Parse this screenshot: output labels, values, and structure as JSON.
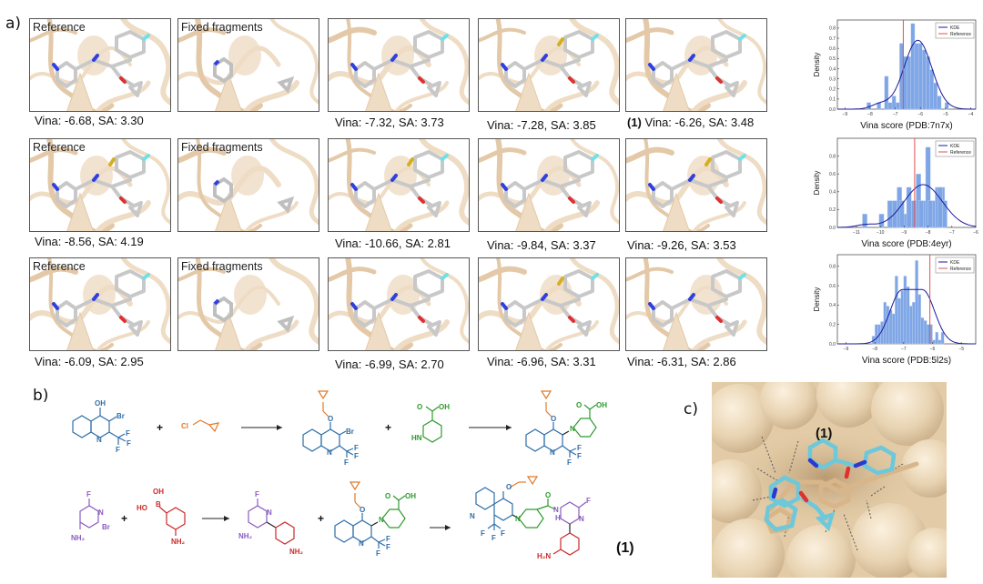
{
  "panels": {
    "a": "a)",
    "b": "b)",
    "c": "c)"
  },
  "panel_a": {
    "rows": [
      {
        "pdb": "7n7x",
        "cells": [
          {
            "tag": "Reference",
            "caption": "Vina: -6.68, SA: 3.30"
          },
          {
            "tag": "Fixed fragments",
            "caption": ""
          },
          {
            "tag": "",
            "caption": "Vina: -7.32, SA: 3.73"
          },
          {
            "tag": "",
            "caption": "Vina: -7.28, SA: 3.85"
          },
          {
            "tag": "",
            "caption_prefix": "(1)",
            "caption": "Vina: -6.26, SA: 3.48"
          }
        ]
      },
      {
        "pdb": "4eyr",
        "cells": [
          {
            "tag": "Reference",
            "caption": "Vina: -8.56, SA: 4.19"
          },
          {
            "tag": "Fixed fragments",
            "caption": ""
          },
          {
            "tag": "",
            "caption": "Vina: -10.66, SA: 2.81"
          },
          {
            "tag": "",
            "caption": "Vina: -9.84, SA: 3.37"
          },
          {
            "tag": "",
            "caption": "Vina: -9.26, SA: 3.53"
          }
        ]
      },
      {
        "pdb": "5l2s",
        "cells": [
          {
            "tag": "Reference",
            "caption": "Vina: -6.09, SA: 2.95"
          },
          {
            "tag": "Fixed fragments",
            "caption": ""
          },
          {
            "tag": "",
            "caption": "Vina: -6.99, SA: 2.70"
          },
          {
            "tag": "",
            "caption": "Vina: -6.96, SA: 3.31"
          },
          {
            "tag": "",
            "caption": "Vina: -6.31, SA: 2.86"
          }
        ]
      }
    ]
  },
  "chart_data": [
    {
      "type": "bar",
      "title": "",
      "xlabel": "Vina score (PDB:7n7x)",
      "ylabel": "Density",
      "xlim": [
        -9.3,
        -3.8
      ],
      "ylim": [
        0,
        0.88
      ],
      "xticks": [
        -9,
        -8,
        -7,
        -6,
        -5,
        -4
      ],
      "yticks": [
        0.0,
        0.1,
        0.2,
        0.3,
        0.4,
        0.5,
        0.6,
        0.7,
        0.8
      ],
      "legend": [
        "KDE",
        "Reference"
      ],
      "legend_position": "upper right",
      "reference_line": -6.68,
      "bins_x": [
        -8.05,
        -7.65,
        -7.35,
        -7.2,
        -7.05,
        -6.9,
        -6.75,
        -6.6,
        -6.45,
        -6.3,
        -6.15,
        -6.0,
        -5.85,
        -5.7,
        -5.55,
        -5.4,
        -5.25,
        -4.95
      ],
      "values": [
        0.065,
        0.065,
        0.325,
        0.065,
        0.13,
        0.065,
        0.65,
        0.52,
        0.52,
        0.845,
        0.65,
        0.65,
        0.585,
        0.52,
        0.39,
        0.26,
        0.13,
        0.065
      ],
      "kde_peak": {
        "x": -6.1,
        "y": 0.68
      }
    },
    {
      "type": "bar",
      "title": "",
      "xlabel": "Vina score (PDB:4eyr)",
      "ylabel": "Density",
      "xlim": [
        -11.8,
        -6.0
      ],
      "ylim": [
        0,
        1.0
      ],
      "xticks": [
        -11,
        -10,
        -9,
        -8,
        -7,
        -6
      ],
      "yticks": [
        0.0,
        0.2,
        0.4,
        0.6,
        0.8
      ],
      "legend": [
        "KDE",
        "Reference"
      ],
      "legend_position": "upper right",
      "reference_line": -8.56,
      "bins_x": [
        -10.65,
        -9.95,
        -9.6,
        -9.4,
        -9.2,
        -9.0,
        -8.8,
        -8.6,
        -8.4,
        -8.2,
        -8.0,
        -7.8,
        -7.6,
        -7.4
      ],
      "values": [
        0.15,
        0.15,
        0.3,
        0.3,
        0.45,
        0.15,
        0.45,
        0.3,
        0.6,
        0.3,
        0.9,
        0.3,
        0.45,
        0.45
      ],
      "extra_bins": {
        "x": [
          -9.1,
          -8.3,
          -7.9,
          -7.5,
          -7.3
        ],
        "values": [
          0.3,
          0.3,
          0.3,
          0.45,
          0.3
        ]
      },
      "kde_peak": {
        "x": -8.2,
        "y": 0.48
      }
    },
    {
      "type": "bar",
      "title": "",
      "xlabel": "Vina score (PDB:5l2s)",
      "ylabel": "Density",
      "xlim": [
        -9.3,
        -4.5
      ],
      "ylim": [
        0,
        0.92
      ],
      "xticks": [
        -9,
        -8,
        -7,
        -6,
        -5
      ],
      "yticks": [
        0.0,
        0.2,
        0.4,
        0.6,
        0.8
      ],
      "legend": [
        "KDE",
        "Reference"
      ],
      "legend_position": "upper right",
      "reference_line": -6.09,
      "bins_x": [
        -8.05,
        -7.95,
        -7.85,
        -7.75,
        -7.65,
        -7.55,
        -7.45,
        -7.35,
        -7.25,
        -7.15,
        -7.05,
        -6.95,
        -6.85,
        -6.75,
        -6.65,
        -6.55,
        -6.45,
        -6.35,
        -6.25,
        -6.15,
        -6.05,
        -5.95,
        -5.85,
        -5.75,
        -5.65,
        -5.55
      ],
      "values": [
        0.08,
        0.2,
        0.2,
        0.23,
        0.43,
        0.39,
        0.35,
        0.31,
        0.7,
        0.47,
        0.55,
        0.7,
        0.59,
        0.39,
        0.43,
        0.86,
        0.51,
        0.27,
        0.24,
        0.2,
        0.2,
        0.04,
        0.12,
        0.04,
        0.12,
        0.0
      ],
      "kde_peak": {
        "x": -6.7,
        "y": 0.56
      }
    }
  ],
  "panel_b": {
    "labels": {
      "oh": "OH",
      "br": "Br",
      "n": "N",
      "f": "F",
      "cl": "Cl",
      "o": "O",
      "hn": "HN",
      "nh": "N",
      "nh2": "NH₂",
      "h2n": "H₂N",
      "ho": "HO",
      "b": "B",
      "h": "H",
      "plus": "+"
    },
    "compound_label": "(1)"
  },
  "panel_c": {
    "compound_label": "(1)"
  },
  "colors": {
    "quinoline_blue": "#2f6ea8",
    "cyclopropyl_orange": "#e07a2a",
    "piperidine_green": "#2e9a2e",
    "pyridine_purple": "#8a5cc0",
    "aniline_red": "#cc2a2a",
    "hist_bar": "#7ea6e6",
    "kde_line": "#1a1a9c",
    "ref_line": "#e05050",
    "protein_tan": "#e8cfb0",
    "surface_tan": "#e5cfac",
    "ligand_cyan": "#6cc8da"
  }
}
